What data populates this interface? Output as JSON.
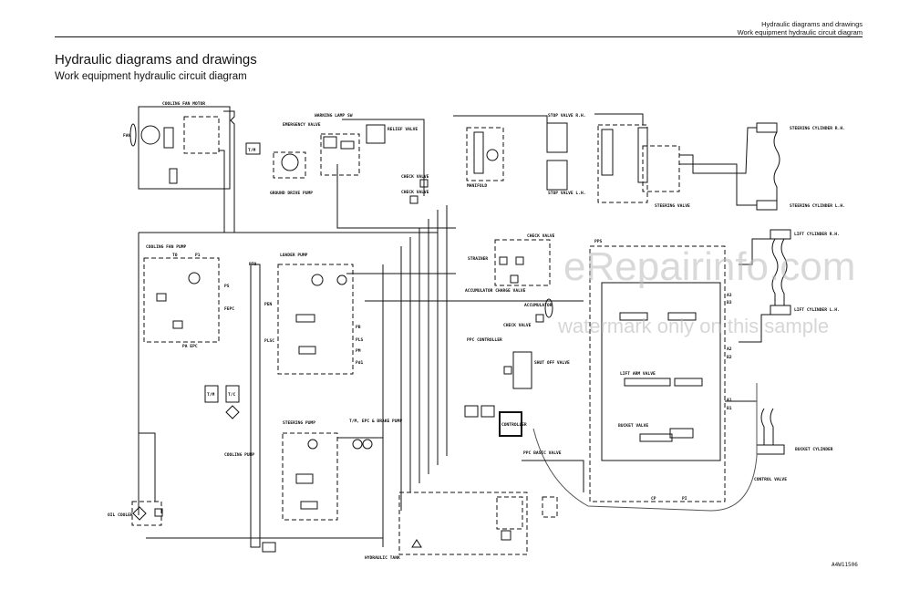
{
  "running_header": {
    "line1": "Hydraulic diagrams and drawings",
    "line2": "Work equipment hydraulic circuit diagram"
  },
  "title": "Hydraulic diagrams and drawings",
  "subtitle": "Work equipment hydraulic circuit diagram",
  "labels": {
    "cooling_fan_motor": "COOLING FAN MOTOR",
    "fan": "FAN",
    "tm_top": "T/M",
    "emergency_valve": "EMERGENCY VALVE",
    "warning_lamp": "WARNING LAMP SW",
    "relief_valve": "RELIEF VALVE",
    "check_valve_1": "CHECK VALVE",
    "check_valve_2": "CHECK VALVE",
    "ground_drive_pump": "GROUND DRIVE PUMP",
    "manifold": "MANIFOLD",
    "stop_valve_rh": "STOP VALVE R.H.",
    "stop_valve_lh": "STOP VALVE L.H.",
    "steering_valve": "STEERING VALVE",
    "steering_cyl_rh": "STEERING CYLINDER R.H.",
    "steering_cyl_lh": "STEERING CYLINDER L.H.",
    "lift_cyl_rh": "LIFT CYLINDER R.H.",
    "lift_cyl_lh": "LIFT CYLINDER L.H.",
    "cooling_fan_pump": "COOLING FAN PUMP",
    "loader_pump": "LOADER PUMP",
    "pto": "PTO",
    "strainer": "STRAINER",
    "acc_charge_valve": "ACCUMULATOR CHARGE VALVE",
    "check_valve_3": "CHECK VALVE",
    "accumulator": "ACCUMULATOR",
    "check_valve_4": "CHECK VALVE",
    "ppc_controller": "PPC CONTROLLER",
    "shut_off_valve": "SHUT OFF VALVE",
    "lift_arm_valve": "LIFT ARM VALVE",
    "bucket_valve": "BUCKET VALVE",
    "controller": "CONTROLLER",
    "steering_pump": "STEERING PUMP",
    "cooling_pump": "COOLING PUMP",
    "tm_epc_brake_pump": "T/M, EPC & BRAKE PUMP",
    "tm_box": "T/M",
    "tc_box": "T/C",
    "oil_cooler": "OIL COOLER",
    "hydraulic_tank": "HYDRAULIC TANK",
    "bucket_cylinder": "BUCKET CYLINDER",
    "control_valve": "CONTROL VALVE",
    "ppc_basic_valve": "PPC BASIC VALVE",
    "port_p1": "P1",
    "port_to": "TO",
    "port_ps": "PS",
    "port_fepc": "FEPC",
    "port_pa_epc": "PA EPC",
    "port_pen": "PEN",
    "port_plsc": "PLSC",
    "port_pb": "PB",
    "port_pls": "PLS",
    "port_pd1": "Pd1",
    "port_pm": "PM",
    "port_pps": "PPS",
    "port_a3": "A3",
    "port_b3": "B3",
    "port_a2": "A2",
    "port_b2": "B2",
    "port_a1": "A1",
    "port_b1": "B1",
    "port_cp": "CP",
    "port_pi": "PI"
  },
  "watermark": {
    "line1": "eRepairinfo.com",
    "line2": "watermark only on this sample"
  },
  "figure_code": "A4W11506"
}
